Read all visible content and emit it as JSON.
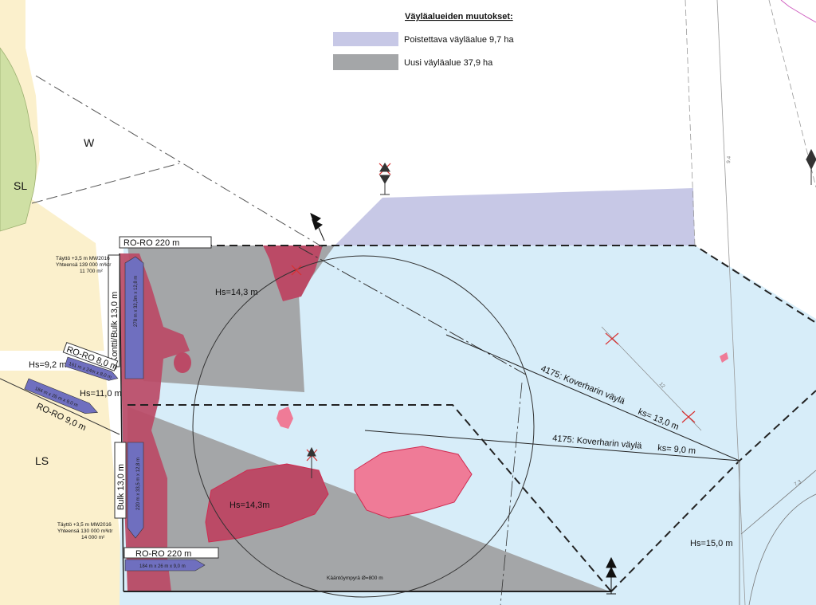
{
  "legend": {
    "title": "Väyläalueiden muutokset:",
    "items": [
      {
        "label": "Poistettava väyläalue 9,7 ha",
        "color": "#c7c8e6"
      },
      {
        "label": "Uusi väyläalue 37,9 ha",
        "color": "#a4a6a8"
      }
    ]
  },
  "zones": {
    "w": "W",
    "sl": "SL",
    "ls": "LS"
  },
  "quays": {
    "roro_top": "RO-RO  220 m",
    "kontti_bulk": "Kontti/Bulk 13,0 m",
    "roro_8": "RO-RO 8,0 m",
    "roro_9": "RO-RO 9,0 m",
    "bulk_13": "Bulk 13,0 m",
    "roro_bottom": "RO-RO 220 m"
  },
  "depths": {
    "hs_143_a": "Hs=14,3 m",
    "hs_143_b": "Hs=14,3m",
    "hs_92": "Hs=9,2 m",
    "hs_110": "Hs=11,0 m",
    "hs_150": "Hs=15,0 m"
  },
  "fill_notes": {
    "upper": [
      "Täyttö +3,5 m MW2016",
      "Yhteensä 139 000 m³ktr",
      "11 700 m²"
    ],
    "lower": [
      "Täyttö +3,5 m MW2016",
      "Yhteensä 130 000 m³ktr",
      "14 000 m²"
    ]
  },
  "ships": {
    "s1": "278 m x 32,3m x 12,8 m",
    "s2": "161 m x 24m x 8,0 m",
    "s3": "184 m x 26 m x 9,0 m",
    "s4": "220 m x 33,5 m x 12,8 m",
    "s5": "184 m x 26 m x 9,0 m"
  },
  "fairways": {
    "f1": "4175: Koverharin väylä",
    "f1_depth": "ks= 13,0 m",
    "f2": "4175: Koverharin väylä",
    "f2_depth": "ks= 9,0 m"
  },
  "turning_circle": "Kääntöympyrä Ø=800 m",
  "soundings": {
    "s12": "12",
    "s94": "9.4",
    "s73": "7.3"
  },
  "colors": {
    "land": "#fbf0cc",
    "green": "#cfe0a4",
    "water_area": "#d7edf9",
    "removed_area": "#c7c8e6",
    "new_area": "#a4a6a8",
    "dredge_dark": "#bb4a66",
    "dredge_light": "#ef7b97"
  }
}
